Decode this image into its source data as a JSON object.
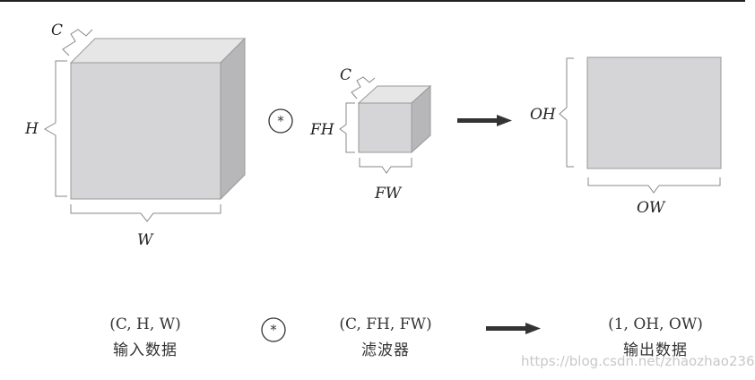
{
  "diagram": {
    "input": {
      "c_label": "C",
      "h_label": "H",
      "w_label": "W"
    },
    "conv_symbol": "⊛",
    "filter": {
      "c_label": "C",
      "fh_label": "FH",
      "fw_label": "FW"
    },
    "output": {
      "oh_label": "OH",
      "ow_label": "OW"
    }
  },
  "captions": {
    "input": {
      "shape": "(C, H, W)",
      "name": "输入数据"
    },
    "conv_symbol": "⊛",
    "filter": {
      "shape": "(C, FH, FW)",
      "name": "滤波器"
    },
    "output": {
      "shape": "(1, OH, OW)",
      "name": "输出数据"
    }
  },
  "watermark": "https://blog.csdn.net/zhaozhao236"
}
